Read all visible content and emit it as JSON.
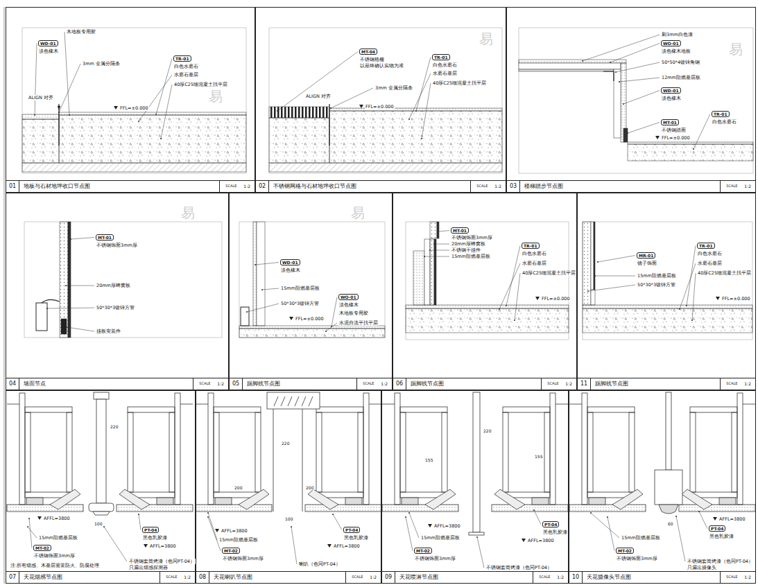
{
  "diagram": {
    "nodes": [
      {
        "text": [
          "01",
          "地板与石材地坪收口节点图",
          "SCALE",
          "1:2"
        ]
      },
      {
        "text": [
          "02",
          "不锈钢网格与石材地坪收口节点图",
          "SCALE",
          "1:2"
        ]
      },
      {
        "text": [
          "03",
          "楼梯踏步节点图",
          "SCALE",
          "1:2"
        ]
      },
      {
        "text": [
          "04",
          "墙面节点",
          "SCALE",
          "1:2"
        ]
      },
      {
        "text": [
          "05",
          "踢脚线节点图",
          "SCALE",
          "1:2"
        ]
      },
      {
        "text": [
          "06",
          "踢脚线节点图",
          "SCALE",
          "1:2"
        ]
      },
      {
        "text": [
          "11",
          "踢脚线节点图",
          "SCALE",
          "1:2"
        ]
      },
      {
        "text": [
          "07",
          "天花烟感节点图",
          "SCALE",
          "1:2"
        ]
      },
      {
        "text": [
          "08",
          "天花喇叭节点图",
          "SCALE",
          "1:2"
        ]
      },
      {
        "text": [
          "09",
          "天花喷淋节点图",
          "SCALE",
          "1:2"
        ]
      },
      {
        "text": [
          "10",
          "天花摄像头节点图",
          "SCALE",
          "1:2"
        ]
      }
    ],
    "labels": [
      "木地板专用胶",
      "WD-01",
      "淡色橡木",
      "3mm 金属分隔条",
      "TR-01",
      "白色水磨石",
      "水磨石基层",
      "40厚C25细混凝土找平层",
      "ALIGN 对齐",
      "FFL=±0.000",
      "MT-04",
      "不锈钢格栅",
      "以最终确认实物为准",
      "TR-01",
      "白色水磨石",
      "水磨石基层",
      "40厚C25细混凝土找平层",
      "3mm 金属分隔条",
      "ALIGN 对齐",
      "FFL=±0.000",
      "刷3mm白色漆",
      "WO-01",
      "淡色橡木地板",
      "50*50*4镀锌角钢",
      "12mm阻燃基层板",
      "WD-01",
      "淡色橡木",
      "MT-01",
      "不锈钢踏面",
      "TR-01",
      "白色水磨石",
      "FFL=±0.000",
      "MT-01",
      "不锈钢饰面3mm厚",
      "20mm厚蜂窝板",
      "50*30*3镀锌方管",
      "挂板安装件",
      "WD-01",
      "淡色橡木",
      "15mm阻燃基层板",
      "50*30*3镀锌方管",
      "FFL=±0.000",
      "WO-01",
      "淡色橡木",
      "木地板专用胶",
      "水泥自流平找平层",
      "MT-01",
      "不锈钢饰面3mm厚",
      "20mm厚蜂窝板",
      "不锈钢干挂件",
      "15mm阻燃基层板",
      "TR-01",
      "白色水磨石",
      "水磨石基层",
      "40厚C25细混凝土找平层",
      "FFL=±0.000",
      "MR-01",
      "镜子饰面",
      "15mm阻燃基层板",
      "50*30*3镀锌方管",
      "TR-01",
      "白色水磨石",
      "水磨石基层",
      "40厚C25细混凝土找平层",
      "FFL=±0.000",
      "220",
      "100",
      "AFFL=3800",
      "15mm阻燃基层板",
      "MT-02",
      "不锈钢饰面3mm厚",
      "注:所有烟感、木基层需要防火、防腐处理",
      "PT-04",
      "黑色乳胶漆",
      "AFFL=3800",
      "不锈钢套筒烤漆（色同PT-04）",
      "只漏出烟感探测器",
      "220",
      "200",
      "200",
      "100",
      "AFFL=3800",
      "15mm阻燃基层板",
      "MT-02",
      "不锈钢饰面3mm厚",
      "PT-04",
      "黑色乳胶漆",
      "AFFL=3800",
      "喇叭（色同PT-04）",
      "220",
      "155",
      "155",
      "AFFL=3800",
      "15mm阻燃基层板",
      "MT-02",
      "不锈钢饰面3mm厚",
      "PT-04",
      "黑色乳胶漆",
      "AFFL=3800",
      "不锈钢套筒烤漆（色同PT-04）",
      "60",
      "15mm阻燃基层板",
      "MT-02",
      "不锈钢饰面3mm厚",
      "AFFL=3800",
      "PT-04",
      "黑色乳胶漆",
      "不锈钢套筒烤漆（色同PT-04）",
      "只漏出摄像头",
      "易",
      "易",
      "易",
      "易",
      "易"
    ]
  }
}
